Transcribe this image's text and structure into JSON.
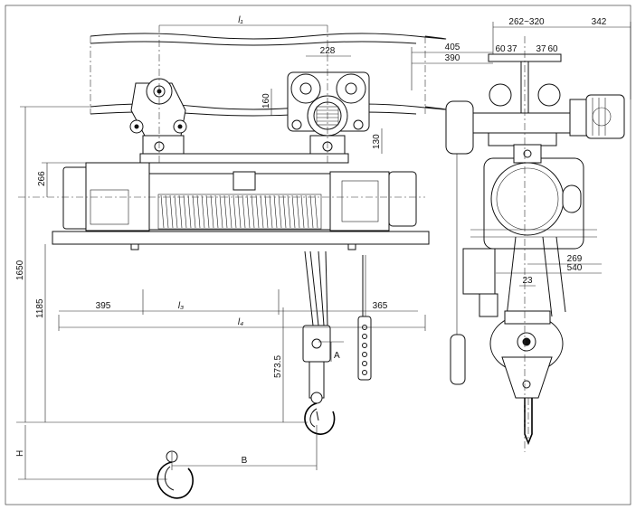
{
  "front_view": {
    "dims": {
      "l1": "l₁",
      "l3": "l₃",
      "l4": "l₄",
      "d228": "228",
      "d160": "160",
      "d130": "130",
      "d266": "266",
      "d1650": "1650",
      "d1185": "1185",
      "d395": "395",
      "d365": "365",
      "d5735": "573.5",
      "A": "A",
      "H": "H",
      "B": "B"
    }
  },
  "side_view": {
    "dims": {
      "d262_320": "262~320",
      "d342": "342",
      "d405": "405",
      "d390": "390",
      "d60a": "60",
      "d37a": "37",
      "d37b": "37",
      "d60b": "60",
      "d269": "269",
      "d540": "540",
      "d23": "23"
    }
  }
}
